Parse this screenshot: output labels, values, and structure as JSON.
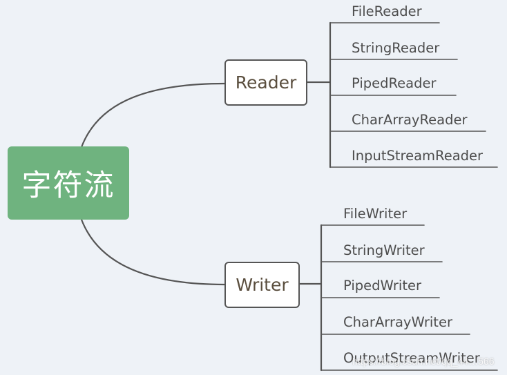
{
  "root": {
    "label": "字符流"
  },
  "branches": [
    {
      "label": "Reader",
      "children": [
        "FileReader",
        "StringReader",
        "PipedReader",
        "CharArrayReader",
        "InputStreamReader"
      ]
    },
    {
      "label": "Writer",
      "children": [
        "FileWriter",
        "StringWriter",
        "PipedWriter",
        "CharArrayWriter",
        "OutputStreamWriter"
      ]
    }
  ],
  "watermark": "https://blog.csdn.net/qq_44…566",
  "colors": {
    "background": "#eef2f7",
    "root_fill": "#6fb37f",
    "connector": "#555555",
    "text": "#4d4d4d"
  }
}
